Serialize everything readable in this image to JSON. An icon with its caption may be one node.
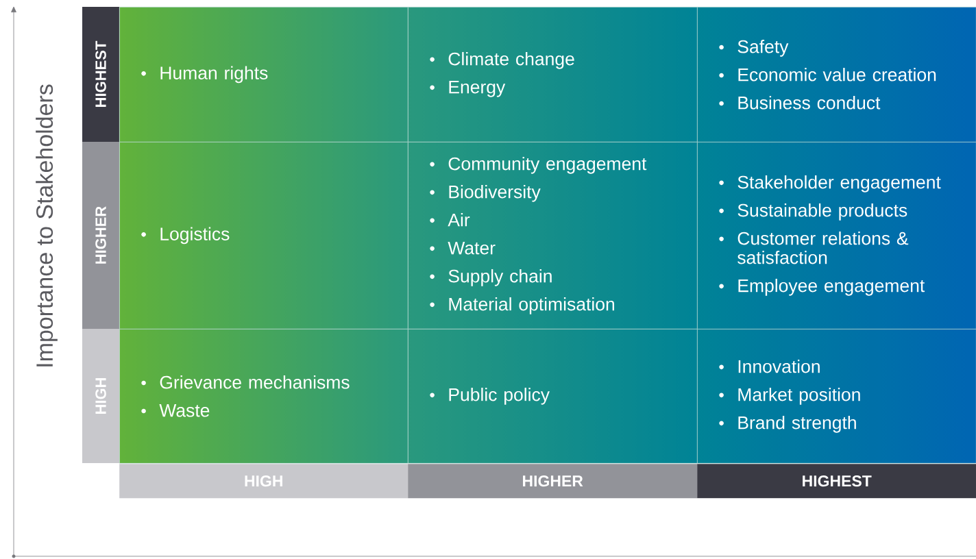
{
  "diagram": {
    "nodes": [
      {
        "text": [
          "HIGHEST"
        ]
      },
      {
        "text": [
          "Human rights"
        ]
      },
      {
        "text": [
          "Climate change",
          "Energy"
        ]
      },
      {
        "text": [
          "Safety",
          "Economic value creation",
          "Business conduct"
        ]
      },
      {
        "text": [
          "HIGHER"
        ]
      },
      {
        "text": [
          "Logistics"
        ]
      },
      {
        "text": [
          "Community engagement",
          "Biodiversity",
          "Air",
          "Water",
          "Supply chain",
          "Material optimisation"
        ]
      },
      {
        "text": [
          "Stakeholder engagement",
          "Sustainable products",
          "Customer relations & satisfaction",
          "Employee engagement"
        ]
      },
      {
        "text": [
          "HIGH"
        ]
      },
      {
        "text": [
          "Grievance mechanisms",
          "Waste"
        ]
      },
      {
        "text": [
          "Public policy"
        ]
      },
      {
        "text": [
          "Innovation",
          "Market position",
          "Brand strength"
        ]
      },
      {
        "text": [
          "HIGH"
        ]
      },
      {
        "text": [
          "HIGHER"
        ]
      },
      {
        "text": [
          "HIGHEST"
        ]
      }
    ],
    "labels": [
      "Importance to Stakeholders"
    ]
  }
}
